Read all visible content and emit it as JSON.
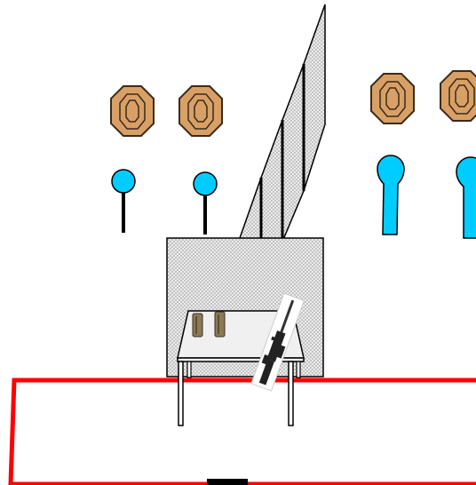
{
  "stage": {
    "background": "#ffffff"
  },
  "colors": {
    "cardboard_fill": "#d9a066",
    "cardboard_stroke": "#3b2a1a",
    "steel_fill": "#00ccff",
    "post": "#000000",
    "barricade_fill": "#ececec",
    "barricade_mesh": "#9a9a9a",
    "shooting_box": "#ff0000",
    "table_top": "#f0f0f0",
    "magazine": "#8b7a55"
  },
  "targets": [
    {
      "type": "cardboard",
      "shape": "octagon-ipsc",
      "group": "left"
    },
    {
      "type": "cardboard",
      "shape": "octagon-ipsc",
      "group": "left"
    },
    {
      "type": "cardboard",
      "shape": "octagon-ipsc",
      "group": "right"
    },
    {
      "type": "cardboard",
      "shape": "octagon-ipsc",
      "group": "right"
    }
  ],
  "steel": [
    {
      "type": "popper",
      "style": "round-plate-on-post",
      "group": "left"
    },
    {
      "type": "popper",
      "style": "round-plate-on-post",
      "group": "left"
    },
    {
      "type": "popper",
      "style": "ipsc-popper",
      "group": "right"
    },
    {
      "type": "popper",
      "style": "ipsc-popper",
      "group": "right"
    }
  ],
  "props": {
    "barricade": "wall",
    "fault_line": "angled-mesh",
    "table": "start-table",
    "magazines": 2,
    "rifle": "ar-style",
    "shooting_area": "red-box"
  }
}
